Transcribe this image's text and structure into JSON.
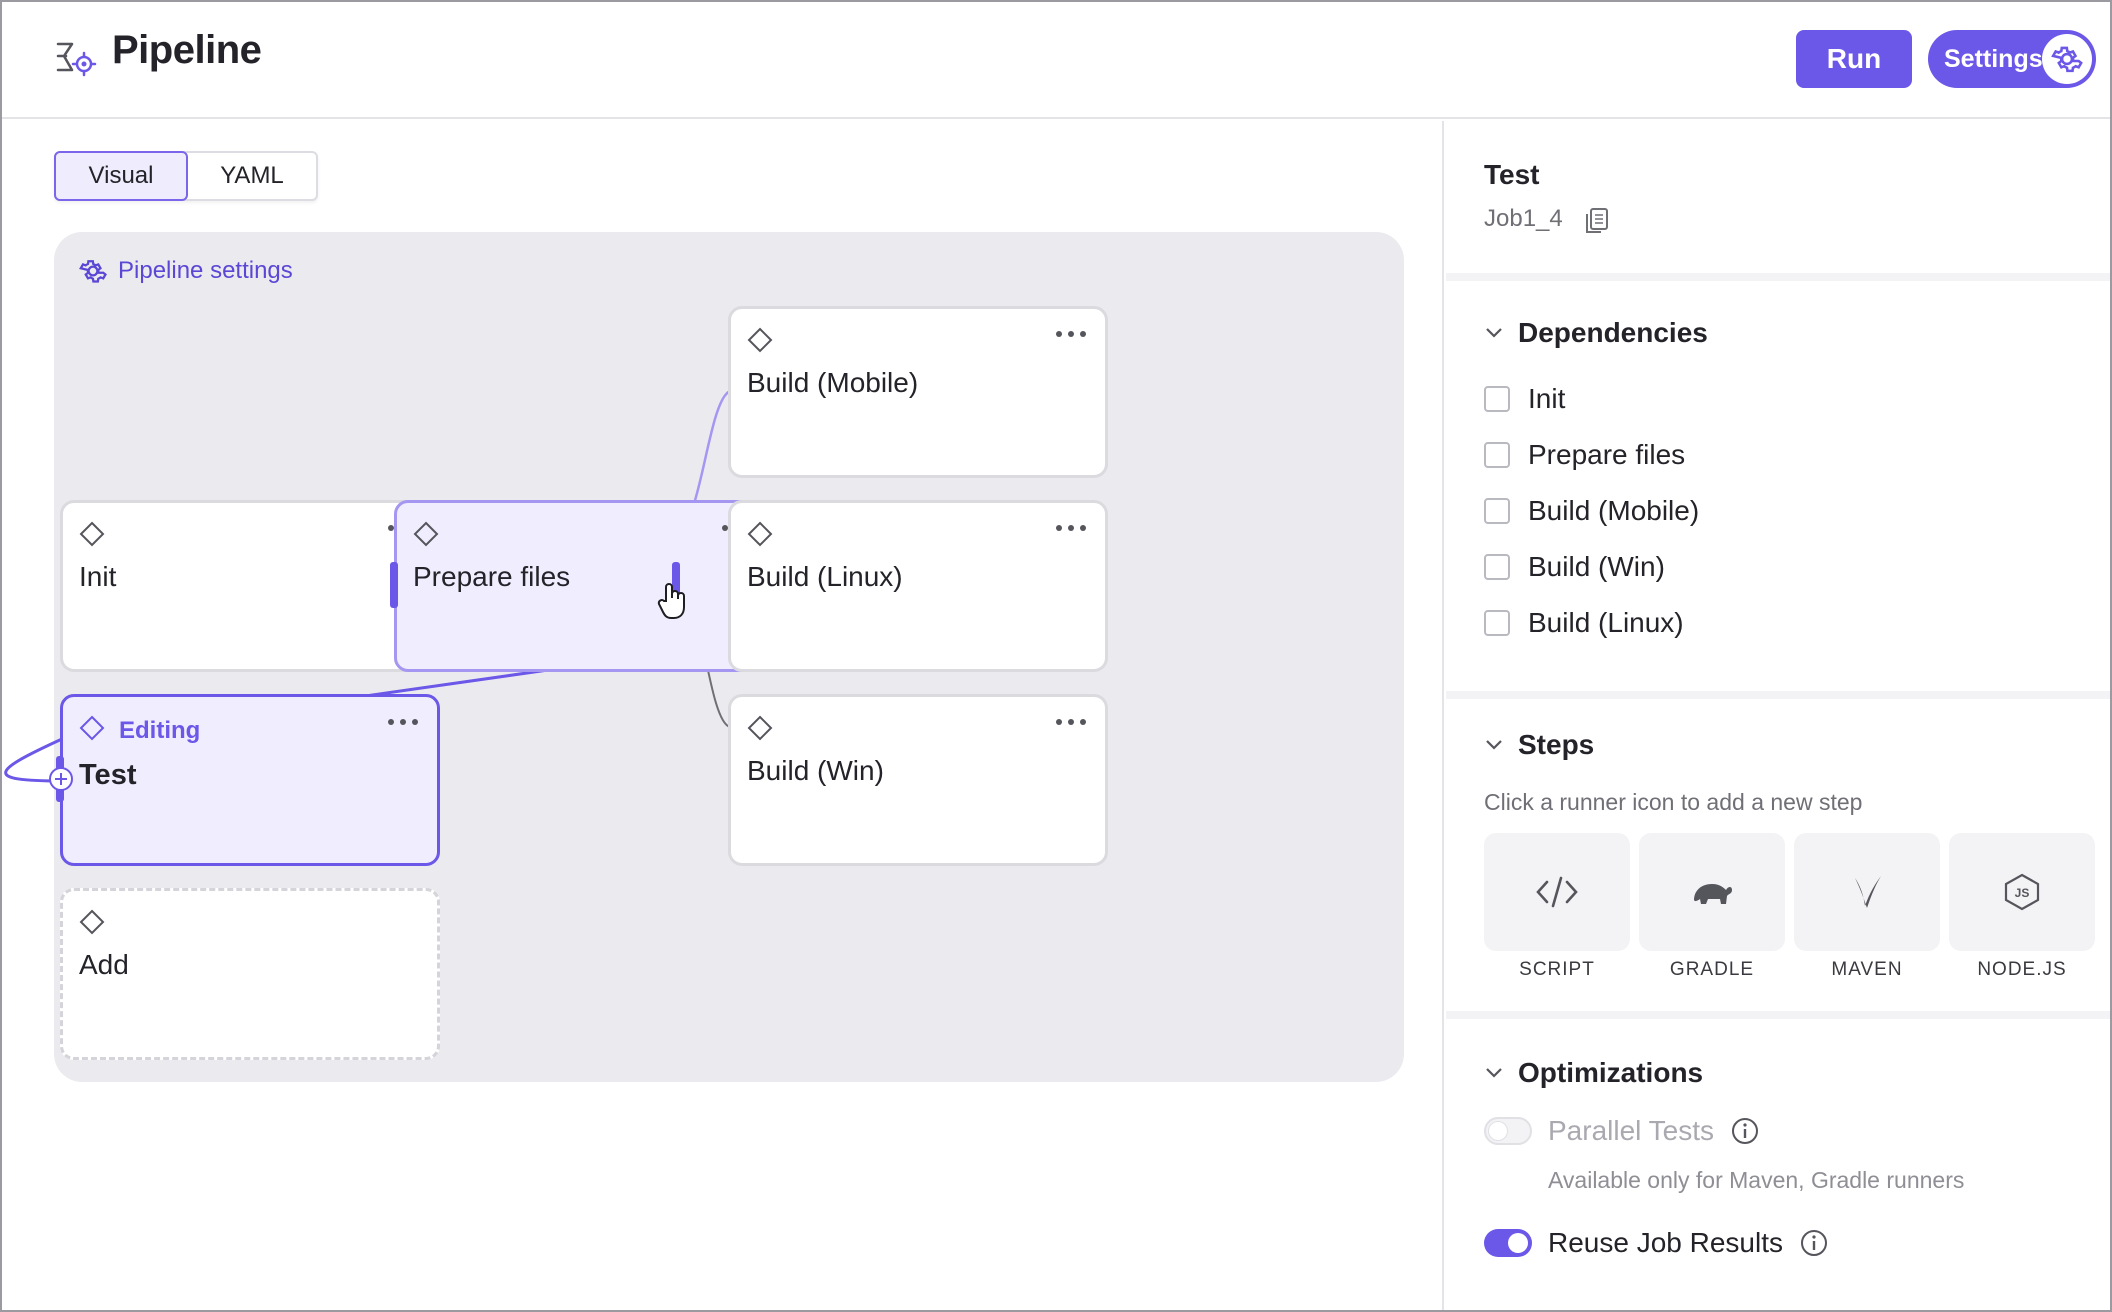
{
  "header": {
    "title": "Pipeline",
    "run_label": "Run",
    "settings_label": "Settings"
  },
  "view_toggle": {
    "visual": "Visual",
    "yaml": "YAML",
    "selected": "Visual"
  },
  "canvas": {
    "pipeline_settings": "Pipeline settings",
    "jobs": [
      {
        "label": "Init",
        "state": "normal"
      },
      {
        "label": "Prepare files",
        "state": "selected"
      },
      {
        "label": "Build (Mobile)",
        "state": "normal"
      },
      {
        "label": "Build (Linux)",
        "state": "normal"
      },
      {
        "label": "Build (Win)",
        "state": "normal"
      },
      {
        "label": "Test",
        "state": "editing",
        "tag": "Editing"
      },
      {
        "label": "Add",
        "state": "placeholder"
      }
    ]
  },
  "panel": {
    "job_title": "Test",
    "job_id": "Job1_4",
    "dependencies": {
      "title": "Dependencies",
      "items": [
        {
          "label": "Init",
          "checked": false
        },
        {
          "label": "Prepare files",
          "checked": false
        },
        {
          "label": "Build (Mobile)",
          "checked": false
        },
        {
          "label": "Build (Win)",
          "checked": false
        },
        {
          "label": "Build (Linux)",
          "checked": false
        }
      ]
    },
    "steps": {
      "title": "Steps",
      "hint": "Click a runner icon to add a new step",
      "runners": [
        {
          "label": "SCRIPT",
          "icon": "code-icon"
        },
        {
          "label": "GRADLE",
          "icon": "gradle-icon"
        },
        {
          "label": "MAVEN",
          "icon": "maven-icon"
        },
        {
          "label": "NODE.JS",
          "icon": "nodejs-icon"
        }
      ]
    },
    "optimizations": {
      "title": "Optimizations",
      "parallel_tests": {
        "label": "Parallel Tests",
        "enabled": false,
        "disabled": true
      },
      "parallel_note": "Available only for Maven, Gradle runners",
      "reuse_results": {
        "label": "Reuse Job Results",
        "enabled": true
      }
    }
  },
  "colors": {
    "accent": "#6b57e8",
    "selected_bg": "#f0eefe",
    "canvas_bg": "#ebebef"
  }
}
